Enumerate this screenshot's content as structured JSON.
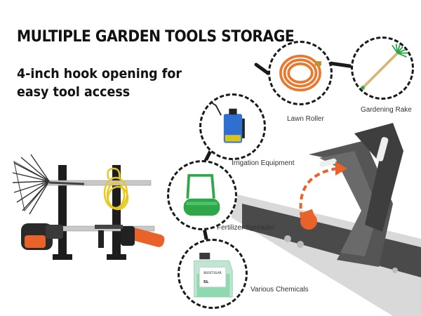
{
  "headline": "MULTIPLE GARDEN TOOLS STORAGE",
  "subline_1": "4-inch hook opening for",
  "subline_2": "easy tool access",
  "items": [
    {
      "label": "Gardening Rake"
    },
    {
      "label": "Lawn Roller"
    },
    {
      "label": "Irrigation Equipment"
    },
    {
      "label": "Fertilizer Spreader"
    },
    {
      "label": "Various Chemicals"
    }
  ],
  "jug_brand": "BIOSTIGAR",
  "jug_volume": "5L",
  "colors": {
    "accent_orange": "#e8622a",
    "hose_orange": "#e9792e",
    "roller_green": "#2fa64a",
    "sprayer_blue": "#2f6fd1",
    "yellow_hose": "#e8c81e",
    "metal": "#3b3b3b"
  }
}
